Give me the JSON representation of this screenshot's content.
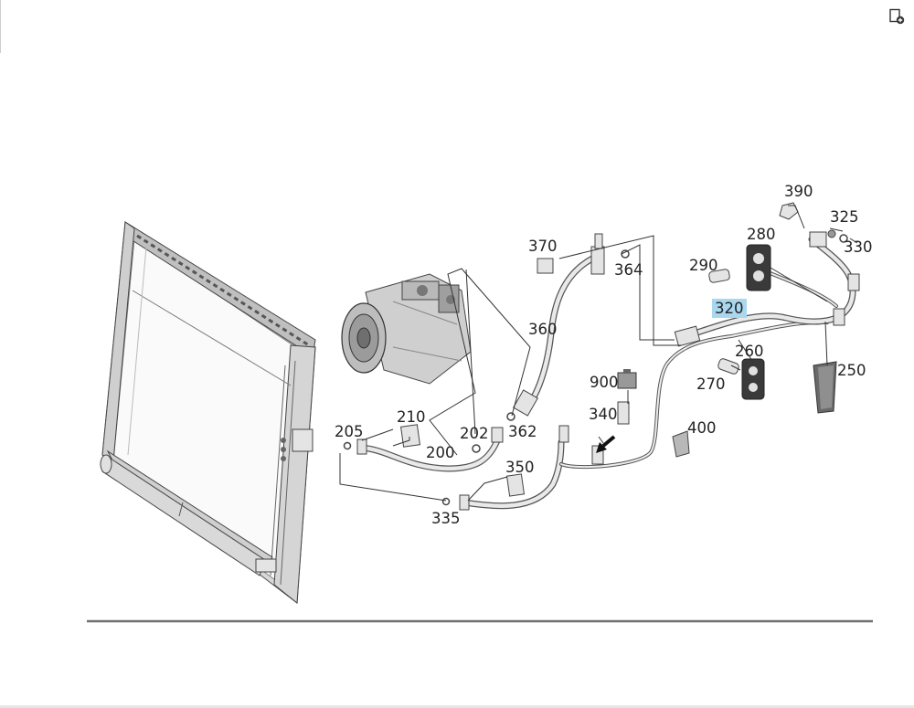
{
  "callouts": [
    {
      "id": "390",
      "label": "390"
    },
    {
      "id": "325",
      "label": "325"
    },
    {
      "id": "330",
      "label": "330"
    },
    {
      "id": "280",
      "label": "280"
    },
    {
      "id": "370",
      "label": "370"
    },
    {
      "id": "364",
      "label": "364"
    },
    {
      "id": "290",
      "label": "290"
    },
    {
      "id": "320",
      "label": "320",
      "selected": true
    },
    {
      "id": "360",
      "label": "360"
    },
    {
      "id": "260",
      "label": "260"
    },
    {
      "id": "250",
      "label": "250"
    },
    {
      "id": "270",
      "label": "270"
    },
    {
      "id": "900",
      "label": "900"
    },
    {
      "id": "340",
      "label": "340"
    },
    {
      "id": "400",
      "label": "400"
    },
    {
      "id": "210",
      "label": "210"
    },
    {
      "id": "205",
      "label": "205"
    },
    {
      "id": "202",
      "label": "202"
    },
    {
      "id": "362",
      "label": "362"
    },
    {
      "id": "200",
      "label": "200"
    },
    {
      "id": "350",
      "label": "350"
    },
    {
      "id": "335",
      "label": "335"
    }
  ],
  "colors": {
    "highlight": "#a8d7ee",
    "line": "#555555",
    "divider": "#6f6f6f"
  },
  "icons": {
    "toolbar": "document-add-icon"
  }
}
